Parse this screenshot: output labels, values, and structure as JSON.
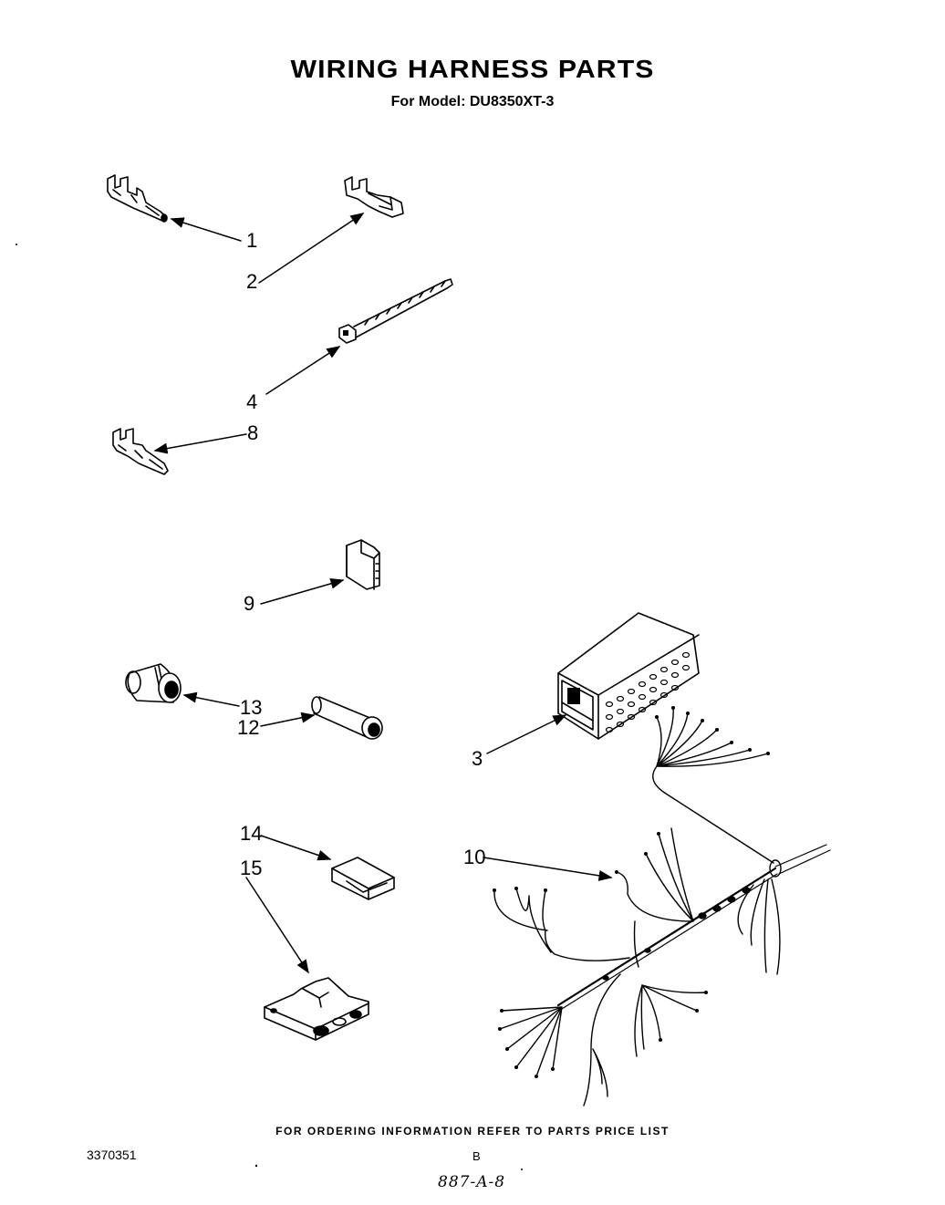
{
  "header": {
    "title": "WIRING HARNESS PARTS",
    "subtitle": "For Model: DU8350XT-3"
  },
  "callouts": {
    "c1": "1",
    "c2": "2",
    "c3": "3",
    "c4": "4",
    "c8": "8",
    "c9": "9",
    "c10": "10",
    "c12": "12",
    "c13": "13",
    "c14": "14",
    "c15": "15"
  },
  "footer": {
    "ordering_note": "FOR ORDERING INFORMATION REFER TO PARTS PRICE LIST",
    "doc_number": "3370351",
    "page_letter": "B",
    "handwritten_code": "887-A-8"
  }
}
